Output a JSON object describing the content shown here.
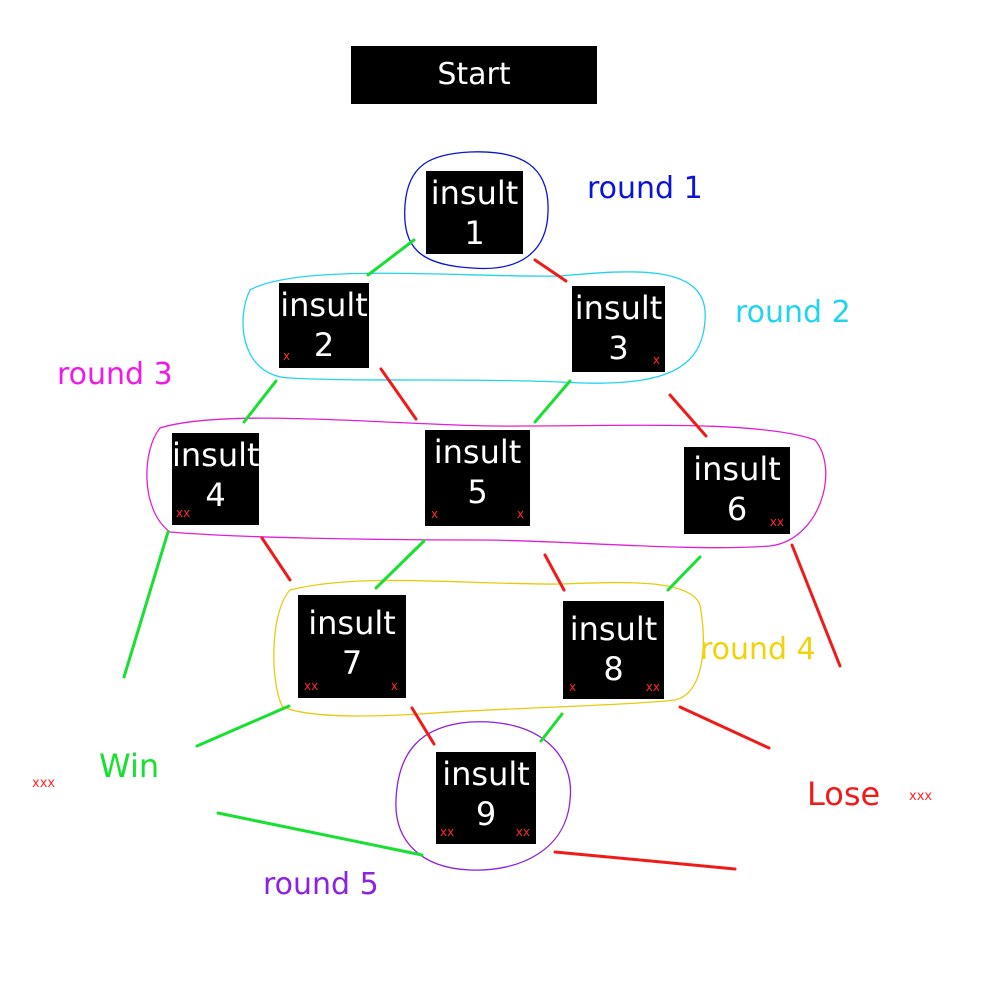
{
  "start": {
    "label": "Start"
  },
  "nodes": [
    {
      "id": "1",
      "word": "insult",
      "num": "1",
      "mark_left": "",
      "mark_right": ""
    },
    {
      "id": "2",
      "word": "insult",
      "num": "2",
      "mark_left": "x",
      "mark_right": ""
    },
    {
      "id": "3",
      "word": "insult",
      "num": "3",
      "mark_left": "",
      "mark_right": "x"
    },
    {
      "id": "4",
      "word": "insult",
      "num": "4",
      "mark_left": "xx",
      "mark_right": ""
    },
    {
      "id": "5",
      "word": "insult",
      "num": "5",
      "mark_left": "x",
      "mark_right": "x"
    },
    {
      "id": "6",
      "word": "insult",
      "num": "6",
      "mark_left": "",
      "mark_right": "xx"
    },
    {
      "id": "7",
      "word": "insult",
      "num": "7",
      "mark_left": "xx",
      "mark_right": "x"
    },
    {
      "id": "8",
      "word": "insult",
      "num": "8",
      "mark_left": "x",
      "mark_right": "xx"
    },
    {
      "id": "9",
      "word": "insult",
      "num": "9",
      "mark_left": "xx",
      "mark_right": "xx"
    }
  ],
  "rounds": [
    {
      "label": "round 1",
      "color": "#0a14d6"
    },
    {
      "label": "round 2",
      "color": "#22d3f0"
    },
    {
      "label": "round 3",
      "color": "#f018e8"
    },
    {
      "label": "round 4",
      "color": "#f2d20a"
    },
    {
      "label": "round 5",
      "color": "#8a22e0"
    }
  ],
  "outcomes": {
    "win": {
      "label": "Win",
      "marks": "xxx",
      "color": "#18e030"
    },
    "lose": {
      "label": "Lose",
      "marks": "xxx",
      "color": "#f01a1a"
    }
  },
  "colors": {
    "success_line": "#18e030",
    "fail_line": "#f01a1a"
  }
}
